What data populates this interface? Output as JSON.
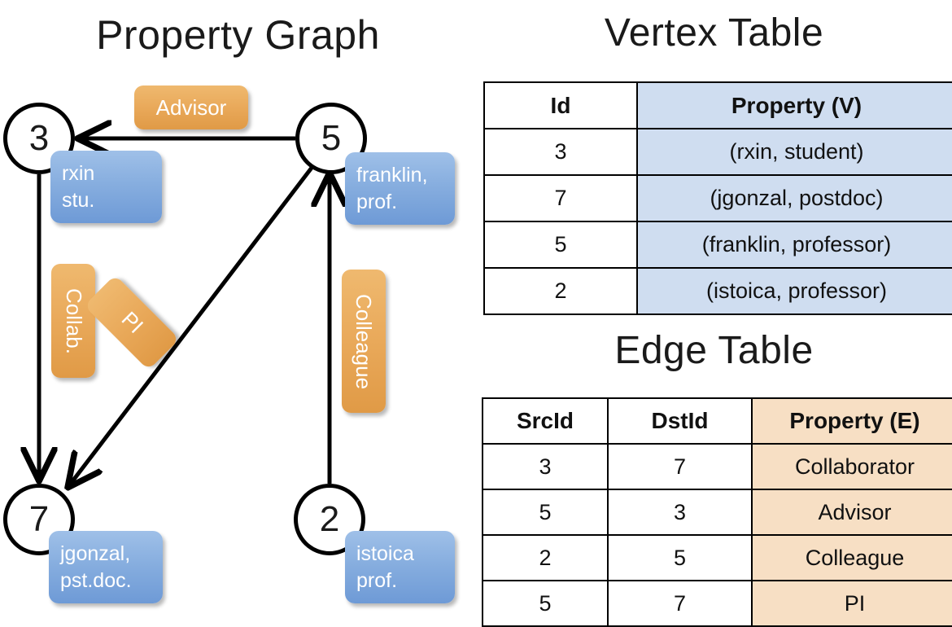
{
  "titles": {
    "property_graph": "Property Graph",
    "vertex_table": "Vertex Table",
    "edge_table": "Edge Table"
  },
  "graph": {
    "nodes": [
      {
        "id": "3",
        "prop_line1": "rxin",
        "prop_line2": "stu."
      },
      {
        "id": "5",
        "prop_line1": "franklin,",
        "prop_line2": "prof."
      },
      {
        "id": "7",
        "prop_line1": "jgonzal,",
        "prop_line2": "pst.doc."
      },
      {
        "id": "2",
        "prop_line1": "istoica",
        "prop_line2": "prof."
      }
    ],
    "edge_labels": {
      "advisor": "Advisor",
      "collab": "Collab.",
      "pi": "PI",
      "colleague": "Colleague"
    }
  },
  "vertex_table": {
    "headers": [
      "Id",
      "Property (V)"
    ],
    "rows": [
      {
        "id": "3",
        "property": "(rxin, student)"
      },
      {
        "id": "7",
        "property": "(jgonzal, postdoc)"
      },
      {
        "id": "5",
        "property": "(franklin, professor)"
      },
      {
        "id": "2",
        "property": "(istoica, professor)"
      }
    ]
  },
  "edge_table": {
    "headers": [
      "SrcId",
      "DstId",
      "Property (E)"
    ],
    "rows": [
      {
        "src": "3",
        "dst": "7",
        "property": "Collaborator"
      },
      {
        "src": "5",
        "dst": "3",
        "property": "Advisor"
      },
      {
        "src": "2",
        "dst": "5",
        "property": "Colleague"
      },
      {
        "src": "5",
        "dst": "7",
        "property": "PI"
      }
    ]
  },
  "colors": {
    "vertex_property_fill": "#cfddf0",
    "edge_property_fill": "#f7dfc4",
    "node_box_blue": "#87aedf",
    "edge_label_orange": "#e9a95a",
    "stroke": "#000000",
    "background": "#ffffff"
  }
}
